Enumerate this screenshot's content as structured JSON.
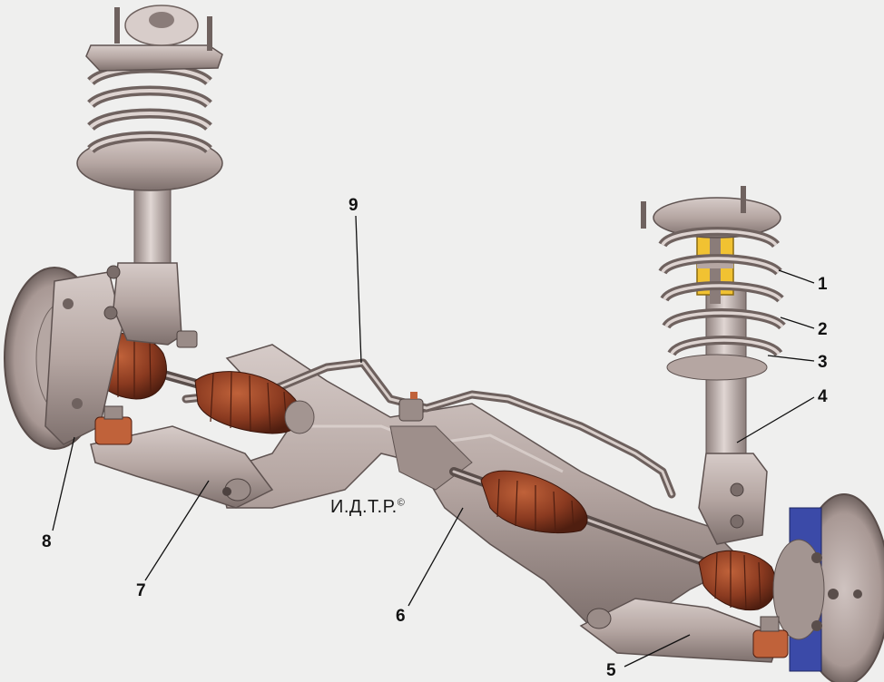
{
  "diagram": {
    "callouts": [
      {
        "id": "1",
        "label": "1"
      },
      {
        "id": "2",
        "label": "2"
      },
      {
        "id": "3",
        "label": "3"
      },
      {
        "id": "4",
        "label": "4"
      },
      {
        "id": "5",
        "label": "5"
      },
      {
        "id": "6",
        "label": "6"
      },
      {
        "id": "7",
        "label": "7"
      },
      {
        "id": "8",
        "label": "8"
      },
      {
        "id": "9",
        "label": "9"
      }
    ],
    "watermark": "И.Д.Т.Р."
  },
  "colors": {
    "background": "#efefee",
    "metal": "#b9aaa6",
    "metal_dark": "#8a7b78",
    "boot": "#8a3a20",
    "damper_yellow": "#f1c232",
    "damper_red": "#d94a2a",
    "hub_blue": "#3b4aa8"
  }
}
